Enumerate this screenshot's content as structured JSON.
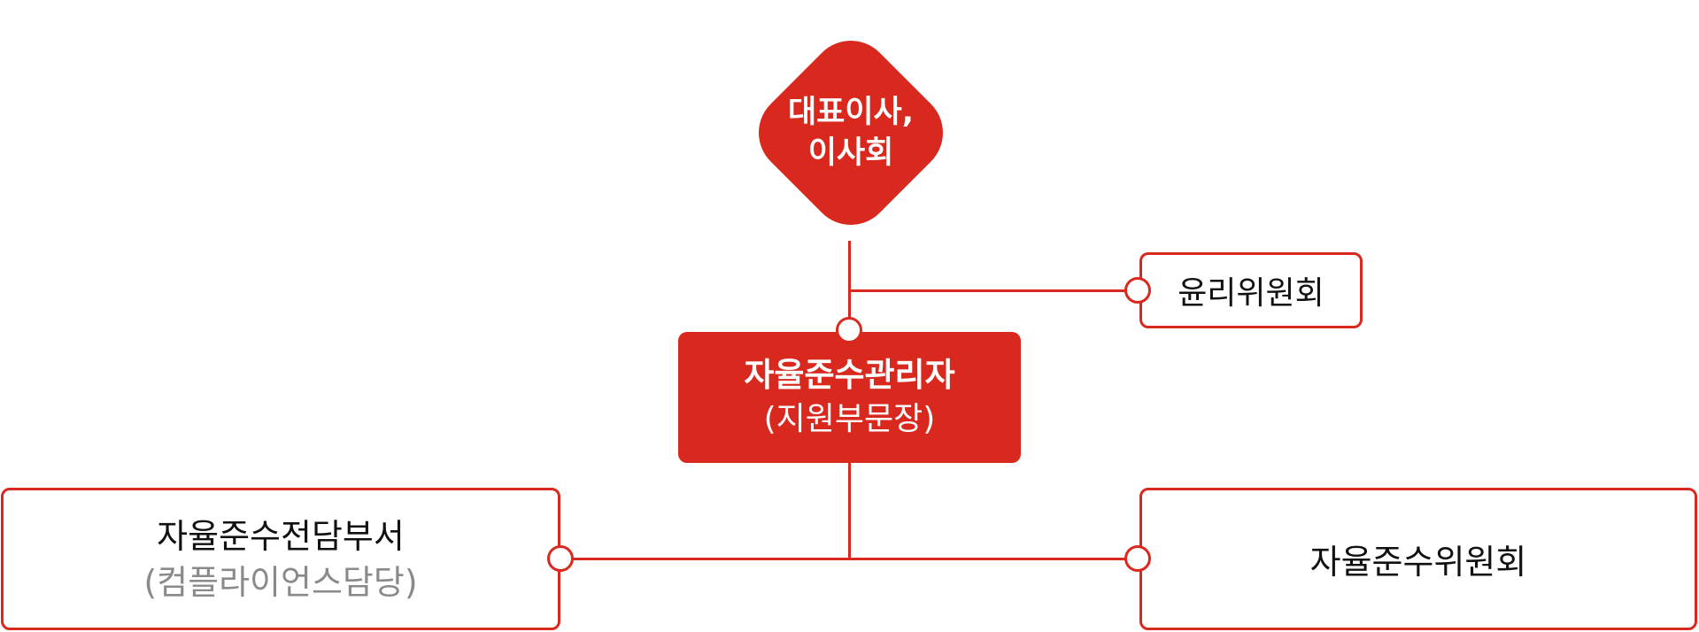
{
  "diagram": {
    "top_node": {
      "line1": "대표이사,",
      "line2": "이사회"
    },
    "ethics_committee": {
      "label": "윤리위원회"
    },
    "compliance_officer": {
      "line1": "자율준수관리자",
      "line2": "(지원부문장)"
    },
    "compliance_department": {
      "line1": "자율준수전담부서",
      "line2": "(컴플라이언스담당)"
    },
    "compliance_committee": {
      "label": "자율준수위원회"
    },
    "colors": {
      "accent": "#d9291f",
      "subtext": "#8a8a8a",
      "text": "#111111",
      "background": "#ffffff"
    }
  }
}
